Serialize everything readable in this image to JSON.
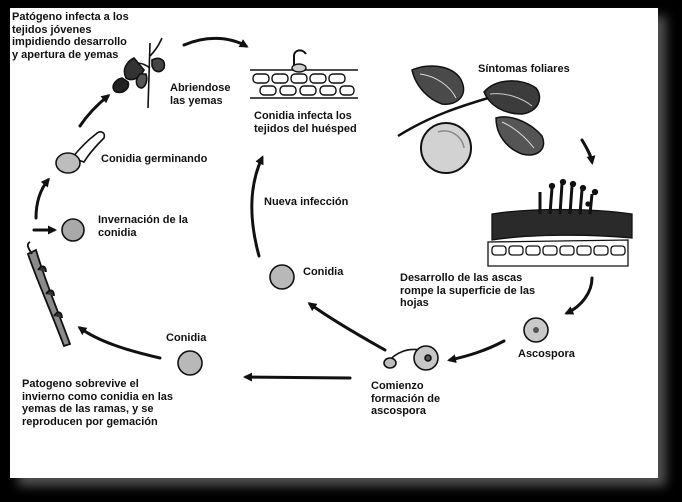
{
  "colors": {
    "background": "#000000",
    "panel": "#ffffff",
    "ink": "#111111",
    "spore_fill": "#b8b8b8"
  },
  "labels": {
    "pathogen_infects": [
      "Patógeno infecta a los",
      "tejidos jóvenes",
      "impidiendo desarrollo",
      "y apertura de yemas"
    ],
    "buds_opening": [
      "Abriendose",
      "las yemas"
    ],
    "conidia_infects": [
      "Conidia infecta los",
      "tejidos del huésped"
    ],
    "leaf_symptoms": [
      "Síntomas foliares"
    ],
    "conidia_germinating": [
      "Conidia germinando"
    ],
    "new_infection": [
      "Nueva infección"
    ],
    "conidia_overwinter": [
      "Invernación de la",
      "conidia"
    ],
    "conidia_center": [
      "Conidia"
    ],
    "asci_development": [
      "Desarrollo de las ascas",
      "rompe la superficie de las",
      "hojas"
    ],
    "conidia_lower": [
      "Conidia"
    ],
    "ascospore": [
      "Ascospora"
    ],
    "ascospore_formation": [
      "Comienzo",
      "formación de",
      "ascospora"
    ],
    "pathogen_survives": [
      "Patogeno sobrevive el",
      "invierno como conidia en las",
      "yemas de las ramas, y se",
      "reproducen por gemación"
    ]
  }
}
